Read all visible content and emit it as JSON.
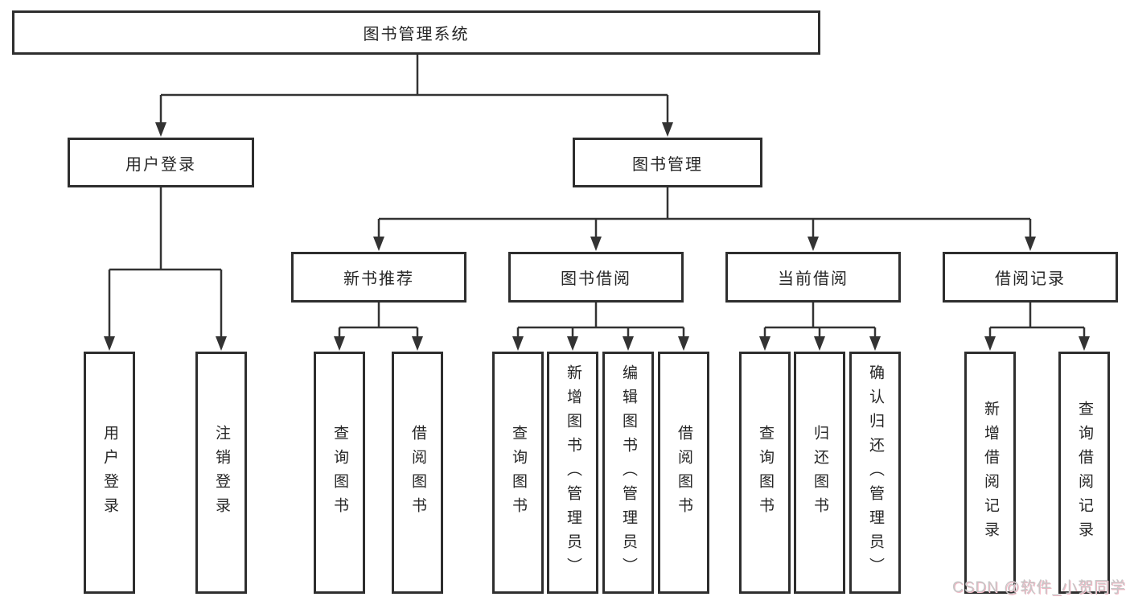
{
  "nodes": {
    "root": {
      "label": "图书管理系统"
    },
    "level2": [
      {
        "label": "用户登录"
      },
      {
        "label": "图书管理"
      }
    ],
    "level3": [
      {
        "label": "新书推荐"
      },
      {
        "label": "图书借阅"
      },
      {
        "label": "当前借阅"
      },
      {
        "label": "借阅记录"
      }
    ],
    "leaves": [
      {
        "label": "用户登录"
      },
      {
        "label": "注销登录"
      },
      {
        "label": "查询图书"
      },
      {
        "label": "借阅图书"
      },
      {
        "label": "查询图书"
      },
      {
        "label": "新增图书（管理员）"
      },
      {
        "label": "编辑图书（管理员）"
      },
      {
        "label": "借阅图书"
      },
      {
        "label": "查询图书"
      },
      {
        "label": "归还图书"
      },
      {
        "label": "确认归还（管理员）"
      },
      {
        "label": "新增借阅记录"
      },
      {
        "label": "查询借阅记录"
      }
    ]
  },
  "colors": {
    "line": "#333333",
    "box_border": "#2e2e2e",
    "text": "#262626",
    "background": "#ffffff",
    "watermark_text": "#c6c6c6"
  },
  "watermark": {
    "text": "CSDN @软件_小贺同学"
  }
}
